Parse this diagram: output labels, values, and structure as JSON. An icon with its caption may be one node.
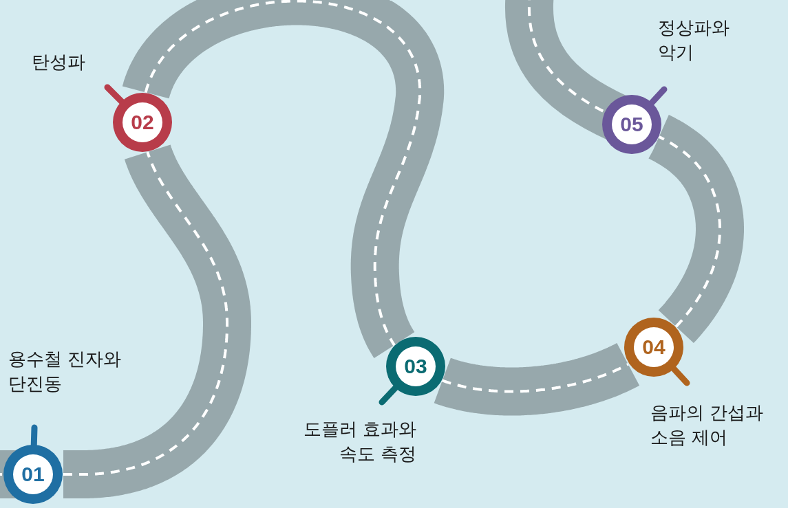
{
  "diagram": {
    "nodes": [
      {
        "text": [
          "01"
        ],
        "beside": [
          "용수철 진자와 단진동"
        ]
      },
      {
        "text": [
          "02"
        ],
        "beside": [
          "탄성파"
        ]
      },
      {
        "text": [
          "03"
        ],
        "beside": [
          "도플러 효과와 속도 측정"
        ]
      },
      {
        "text": [
          "04"
        ],
        "beside": [
          "음파의 간섭과 소음 제어"
        ]
      },
      {
        "text": [
          "05"
        ],
        "beside": [
          "정상파와 악기"
        ]
      }
    ],
    "edges": [
      {
        "from": 0,
        "to": 1,
        "arrow": "none"
      },
      {
        "from": 1,
        "to": 2,
        "arrow": "none"
      },
      {
        "from": 2,
        "to": 3,
        "arrow": "none"
      },
      {
        "from": 3,
        "to": 4,
        "arrow": "none"
      }
    ]
  }
}
